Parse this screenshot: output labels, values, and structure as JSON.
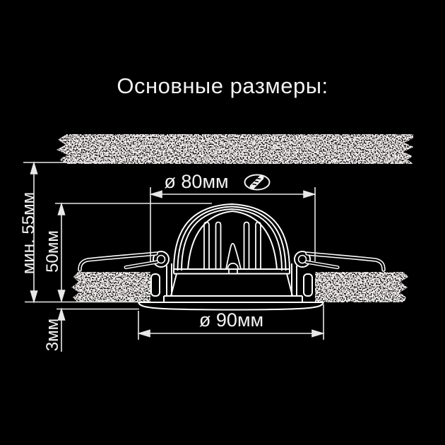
{
  "header": {
    "title": "Основные размеры:"
  },
  "diagram": {
    "subject": "recessed-downlight-cross-section",
    "dimensions": {
      "cutout": {
        "label": "ø 80мм",
        "icon": "hole-saw-icon"
      },
      "outer": {
        "label": "ø 90мм"
      },
      "min_depth": {
        "label": "мин. 55мм"
      },
      "height": {
        "label": "50мм"
      },
      "flange": {
        "label": "3мм"
      }
    },
    "colors": {
      "background": "#000000",
      "line": "#ffffff",
      "dimension_line": "#e8e8e8",
      "ceiling_texture": "#eDe3e3"
    }
  }
}
